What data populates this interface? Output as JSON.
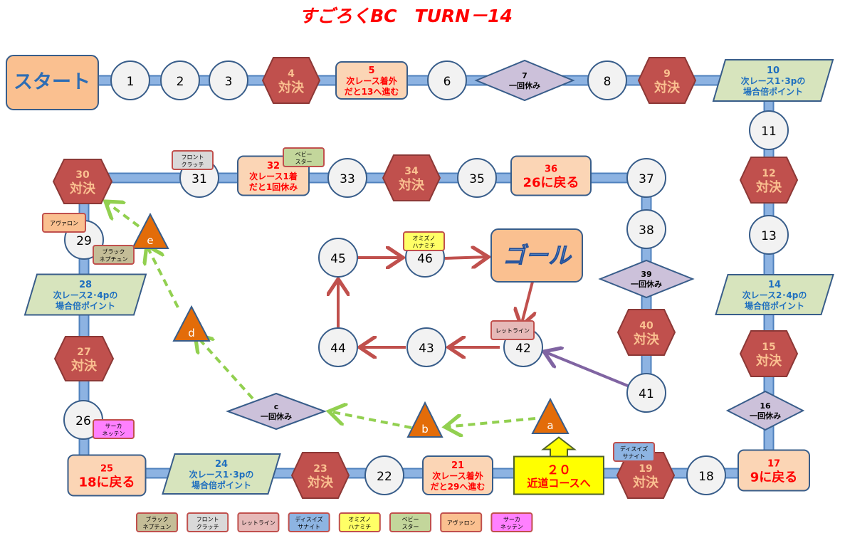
{
  "title": "すごろくBC　TURN－14",
  "start_label": "スタート",
  "goal_label": "ゴール",
  "colors": {
    "track": "#8db3e2",
    "track_border": "#4f81bd",
    "circle_fill": "#f2f2f2",
    "duel_fill": "#c0504d",
    "duel_text": "#fac090",
    "event_fill": "#fbd5b5",
    "event_text": "#ff0000",
    "bonus_fill": "#d7e4bd",
    "bonus_text": "#1f6fbf",
    "rest_fill": "#ccc1da",
    "shortcut_fill": "#e36c09",
    "shortcut_arrow": "#92d050",
    "goal_arrow": "#c0504d",
    "join_arrow": "#8064a2",
    "shortcut_start": "#ffff00"
  },
  "cells": {
    "1": [
      "1"
    ],
    "2": [
      "2"
    ],
    "3": [
      "3"
    ],
    "4": [
      "4",
      "対決"
    ],
    "5": [
      "5",
      "次レース着外",
      "だと13へ進む"
    ],
    "6": [
      "6"
    ],
    "7": [
      "7",
      "一回休み"
    ],
    "8": [
      "8"
    ],
    "9": [
      "9",
      "対決"
    ],
    "10": [
      "10",
      "次レース1･3pの",
      "場合倍ポイント"
    ],
    "11": [
      "11"
    ],
    "12": [
      "12",
      "対決"
    ],
    "13": [
      "13"
    ],
    "14": [
      "14",
      "次レース2･4pの",
      "場合倍ポイント"
    ],
    "15": [
      "15",
      "対決"
    ],
    "16": [
      "16",
      "一回休み"
    ],
    "17": [
      "17",
      "9に戻る"
    ],
    "18": [
      "18"
    ],
    "19": [
      "19",
      "対決"
    ],
    "20": [
      "２０",
      "近道コースへ"
    ],
    "21": [
      "21",
      "次レース着外",
      "だと29へ進む"
    ],
    "22": [
      "22"
    ],
    "23": [
      "23",
      "対決"
    ],
    "24": [
      "24",
      "次レース1･3pの",
      "場合倍ポイント"
    ],
    "25": [
      "25",
      "18に戻る"
    ],
    "26": [
      "26"
    ],
    "27": [
      "27",
      "対決"
    ],
    "28": [
      "28",
      "次レース2･4pの",
      "場合倍ポイント"
    ],
    "29": [
      "29"
    ],
    "30": [
      "30",
      "対決"
    ],
    "31": [
      "31"
    ],
    "32": [
      "32",
      "次レース1着",
      "だと1回休み"
    ],
    "33": [
      "33"
    ],
    "34": [
      "34",
      "対決"
    ],
    "35": [
      "35"
    ],
    "36": [
      "36",
      "26に戻る"
    ],
    "37": [
      "37"
    ],
    "38": [
      "38"
    ],
    "39": [
      "39",
      "一回休み"
    ],
    "40": [
      "40",
      "対決"
    ],
    "41": [
      "41"
    ],
    "42": [
      "42"
    ],
    "43": [
      "43"
    ],
    "44": [
      "44"
    ],
    "45": [
      "45"
    ],
    "46": [
      "46"
    ],
    "a": [
      "a"
    ],
    "b": [
      "b"
    ],
    "c": [
      "c",
      "一回休み"
    ],
    "d": [
      "d"
    ],
    "e": [
      "e"
    ]
  },
  "players": {
    "black_neptune": {
      "lines": [
        "ブラック",
        "ネプチュン"
      ],
      "color": "#c4bd97",
      "cell": "29"
    },
    "front_clutch": {
      "lines": [
        "フロント",
        "クラッチ"
      ],
      "color": "#d9d9d9",
      "cell": "31"
    },
    "let_line": {
      "lines": [
        "レットライン"
      ],
      "color": "#e6b9b8",
      "cell": "42"
    },
    "this_is_sanaito": {
      "lines": [
        "ディスイズ",
        "サナイト"
      ],
      "color": "#8db4e2",
      "cell": "19"
    },
    "omizuno_hanamichi": {
      "lines": [
        "オミズノ",
        "ハナミチ"
      ],
      "color": "#ffff66",
      "cell": "46"
    },
    "baby_star": {
      "lines": [
        "ベビー",
        "スター"
      ],
      "color": "#c3d69b",
      "cell": "32"
    },
    "avalon": {
      "lines": [
        "アヴァロン"
      ],
      "color": "#fac090",
      "cell": "29"
    },
    "saaka_nettin": {
      "lines": [
        "サーカ",
        "ネッテン"
      ],
      "color": "#ff80ff",
      "cell": "26"
    }
  },
  "legend": [
    "black_neptune",
    "front_clutch",
    "let_line",
    "this_is_sanaito",
    "omizuno_hanamichi",
    "baby_star",
    "avalon",
    "saaka_nettin"
  ]
}
